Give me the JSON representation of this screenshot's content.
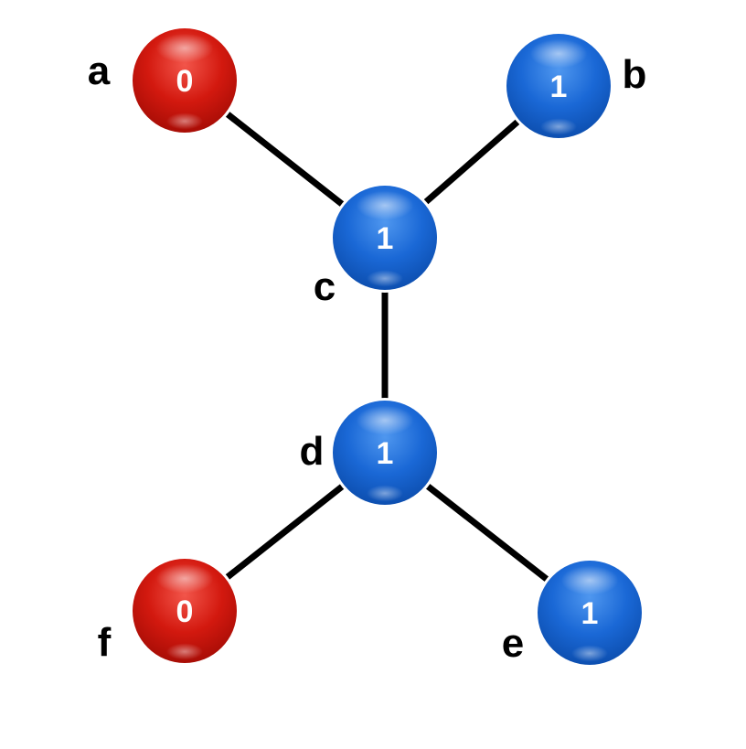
{
  "colors": {
    "value_0": "#d11a10",
    "value_1": "#1565d8",
    "edge": "#000000",
    "label": "#000000"
  },
  "nodes": [
    {
      "id": "a",
      "label": "a",
      "value": "0"
    },
    {
      "id": "b",
      "label": "b",
      "value": "1"
    },
    {
      "id": "c",
      "label": "c",
      "value": "1"
    },
    {
      "id": "d",
      "label": "d",
      "value": "1"
    },
    {
      "id": "e",
      "label": "e",
      "value": "1"
    },
    {
      "id": "f",
      "label": "f",
      "value": "0"
    }
  ],
  "edges": [
    {
      "from": "a",
      "to": "c"
    },
    {
      "from": "b",
      "to": "c"
    },
    {
      "from": "c",
      "to": "d"
    },
    {
      "from": "d",
      "to": "f"
    },
    {
      "from": "d",
      "to": "e"
    }
  ]
}
